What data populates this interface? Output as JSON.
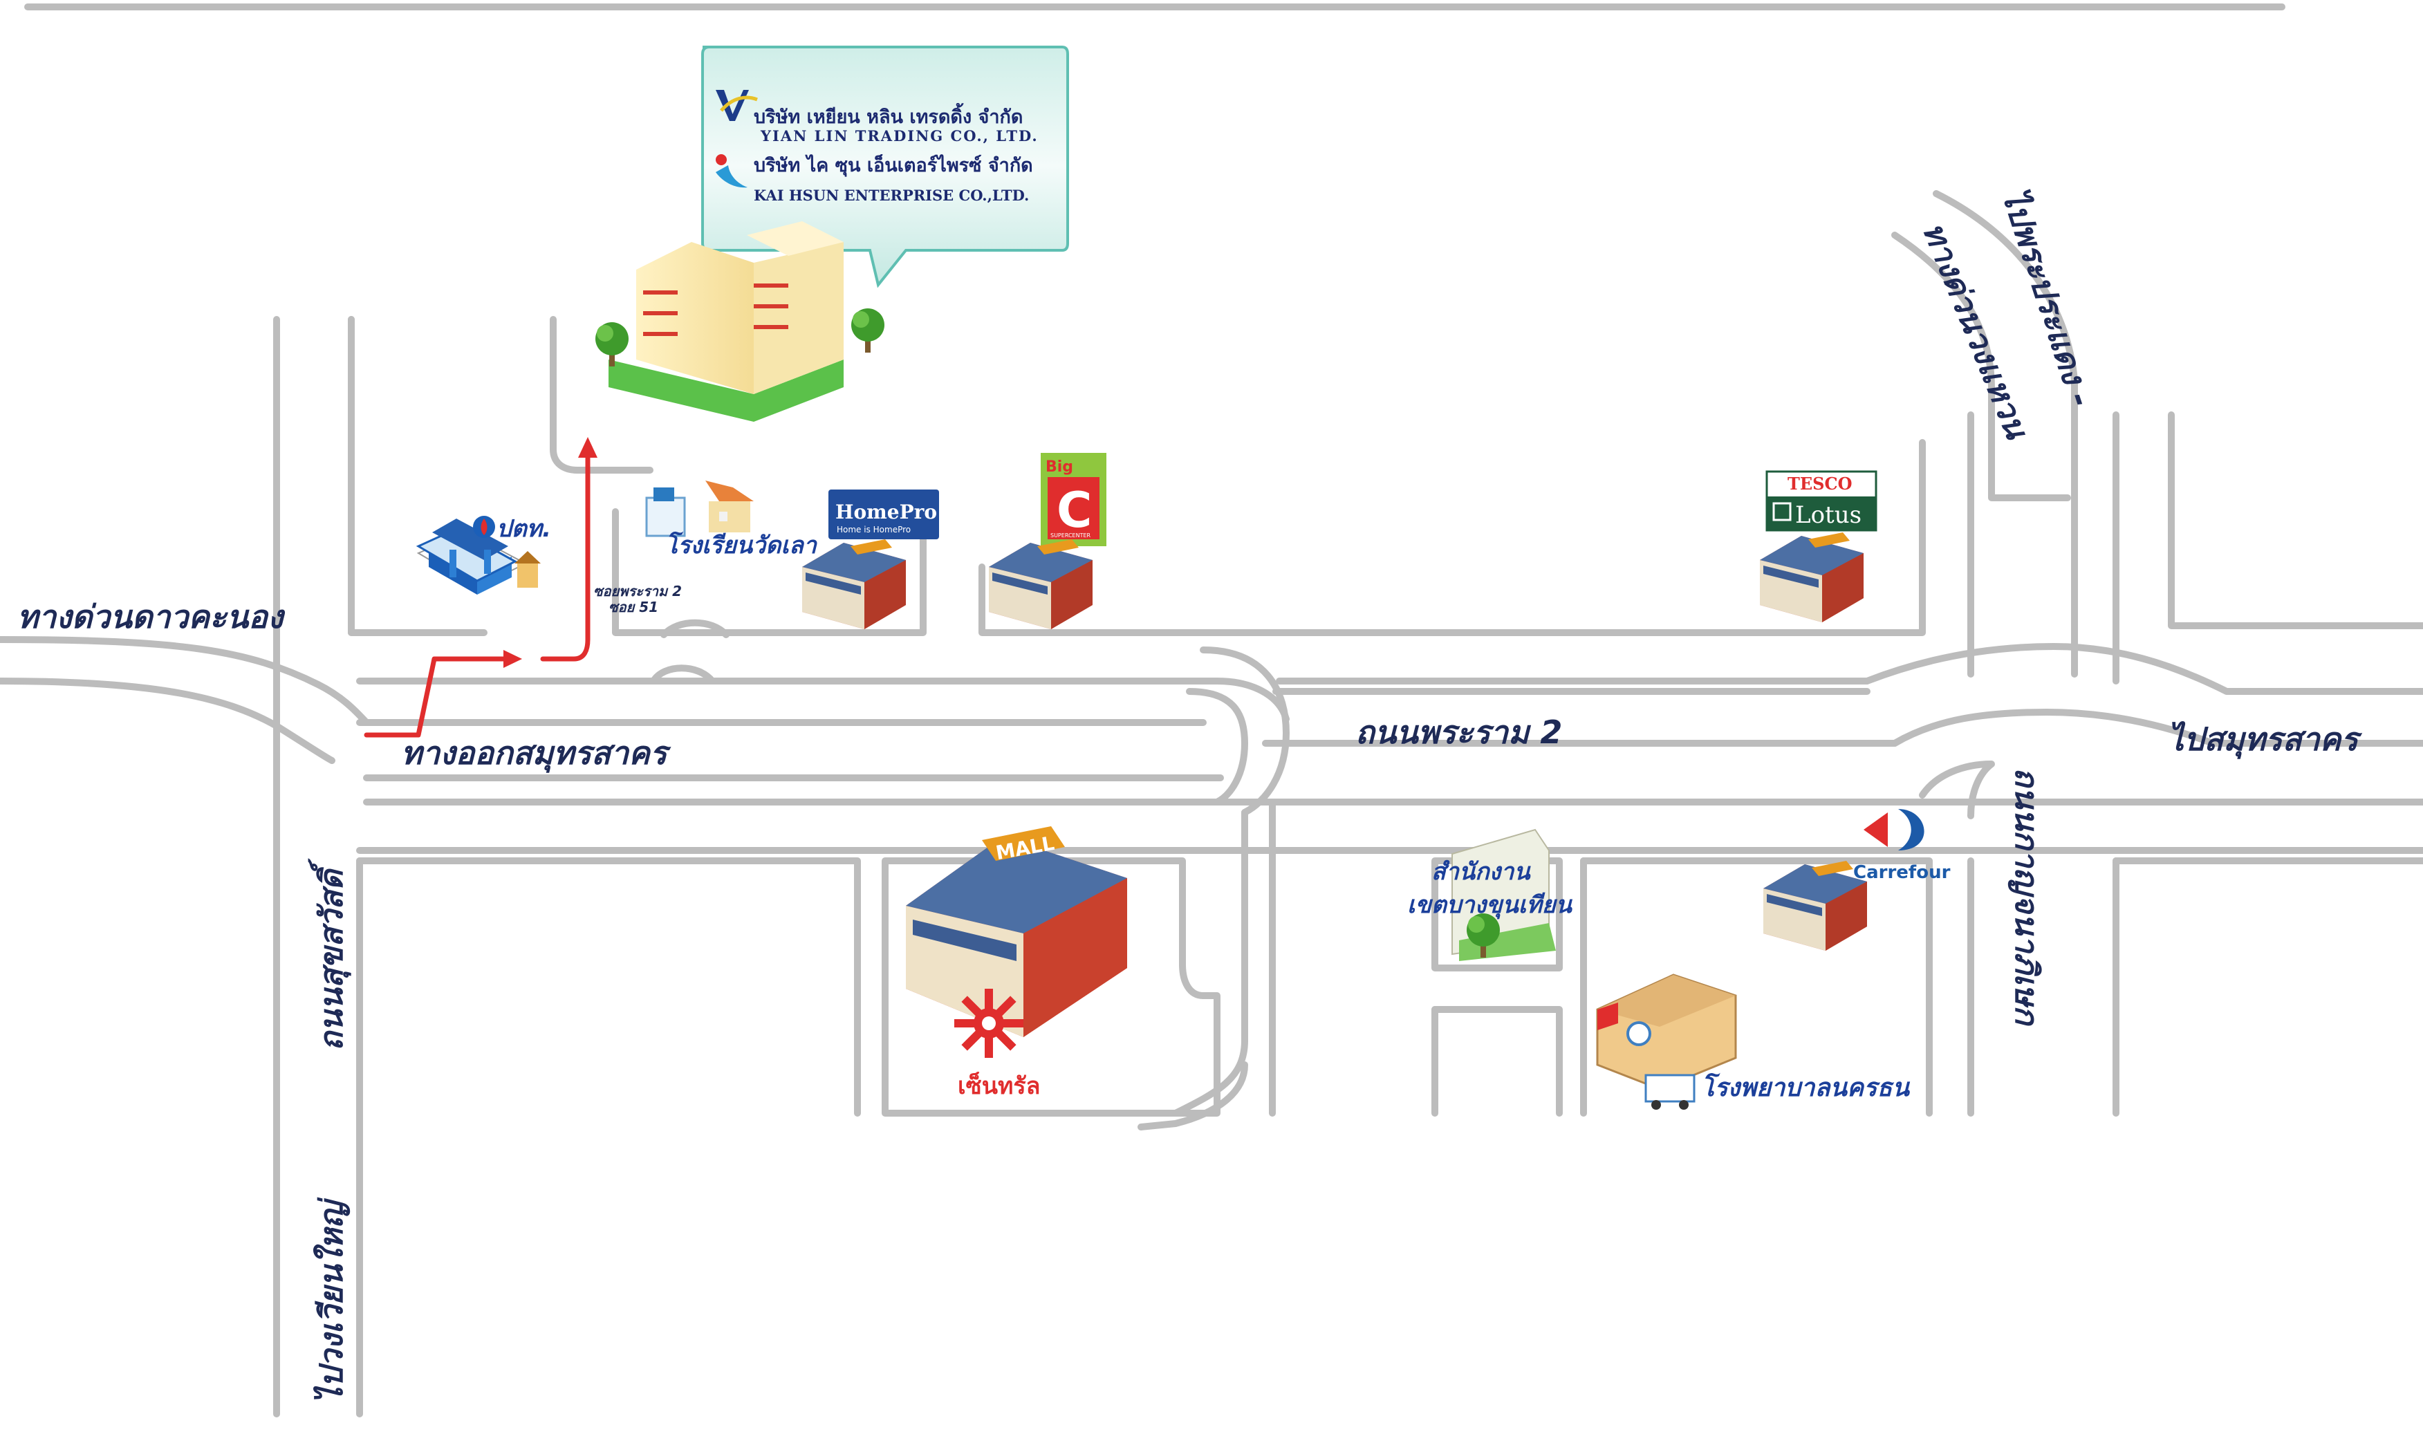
{
  "company_box": {
    "line1_th": "บริษัท เหยียน หลิน เทรดดิ้ง จำกัด",
    "line1_en": "YIAN LIN TRADING CO., LTD.",
    "line2_th": "บริษัท ไค ซุน เอ็นเตอร์ไพรซ์ จำกัด",
    "line2_en": "KAI HSUN ENTERPRISE CO.,LTD."
  },
  "roads": {
    "expressway_dao_khanong": "ทางด่วนดาวคะนอง",
    "exit_samut_sakhon": "ทางออกสมุทรสาคร",
    "rama2_road": "ถนนพระราม 2",
    "to_samut_sakhon": "ไปสมุทรสาคร",
    "suksawat_road": "ถนนสุขสวัสดิ์",
    "to_wongwian_yai": "ไปวงเวียนใหญ่",
    "ring_expressway": "ทางด่วนวงแหวน",
    "to_phra_pradaeng": "ไปพระประแดง -",
    "kanchanaphisek_road": "ถนนกาญจนาภิเษก",
    "soi_line1": "ซอยพระราม 2",
    "soi_line2": "ซอย 51"
  },
  "landmarks": {
    "ptt": "ปตท.",
    "school": "โรงเรียนวัดเลา",
    "homepro_brand": "HomePro",
    "homepro_tagline": "Home is HomePro",
    "bigc_brand": "Big",
    "bigc_letter": "C",
    "bigc_sub": "SUPERCENTER",
    "tesco_brand": "TESCO",
    "lotus_brand": "Lotus",
    "central": "เซ็นทรัล",
    "district_office_line1": "สำนักงาน",
    "district_office_line2": "เขตบางขุนเทียน",
    "carrefour": "Carrefour",
    "hospital": "โรงพยาบาลนครธน",
    "mall_sign": "MALL"
  },
  "colors": {
    "road": "#bcbcbc",
    "route": "#e02d2d",
    "label_dark": "#1e2a56",
    "label_blue": "#1b3f9a"
  }
}
